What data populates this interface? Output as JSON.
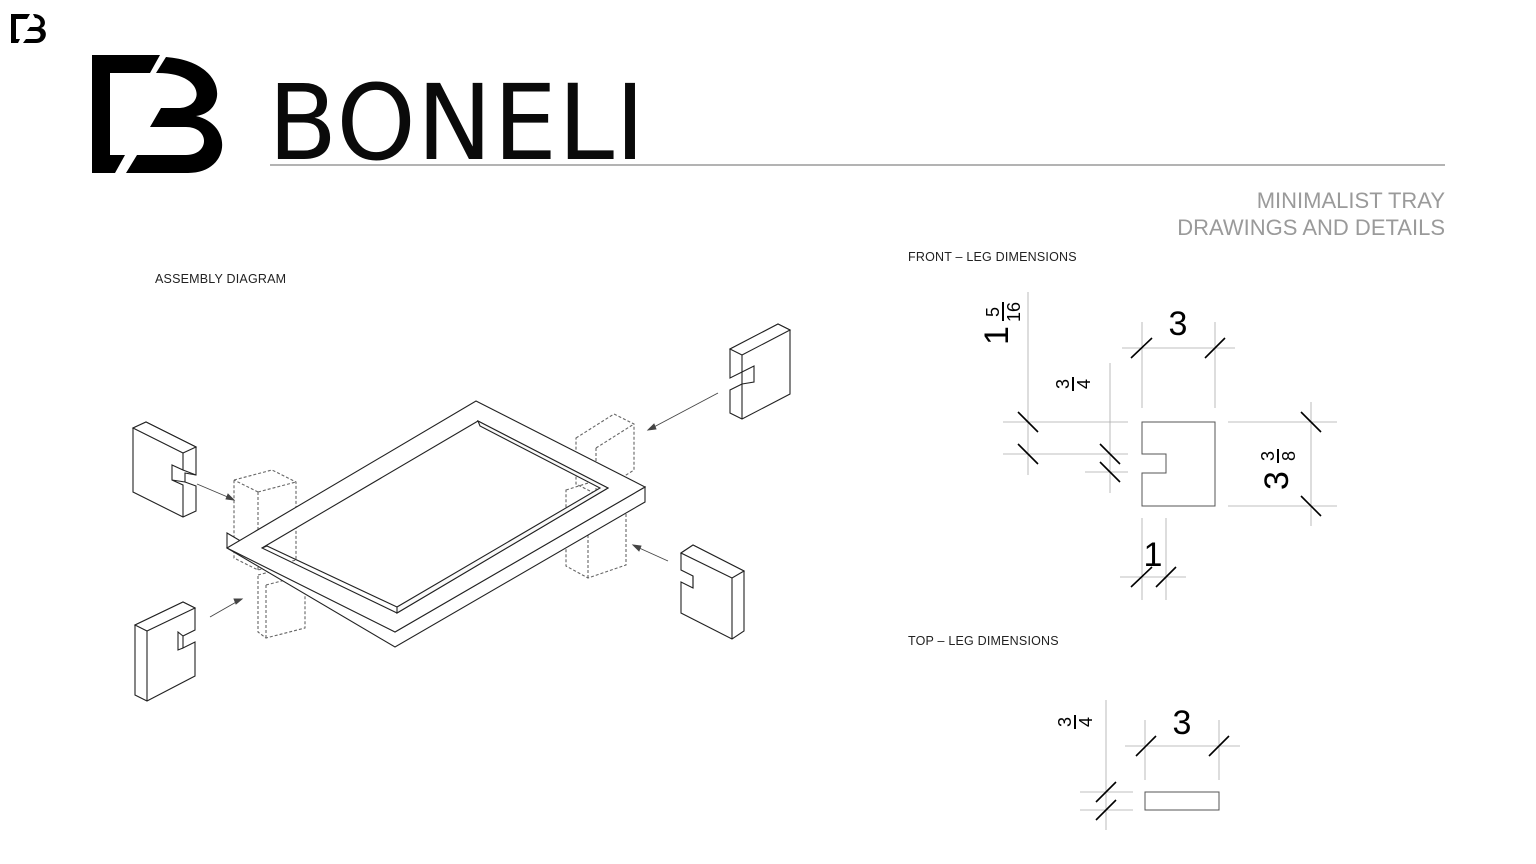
{
  "brand": {
    "name": "BONELI",
    "monogram": "B"
  },
  "header": {
    "title_line1": "MINIMALIST TRAY",
    "title_line2": "DRAWINGS AND DETAILS"
  },
  "sections": {
    "assembly": "ASSEMBLY DIAGRAM",
    "front": "FRONT – LEG DIMENSIONS",
    "top": "TOP – LEG DIMENSIONS"
  },
  "front_dims": {
    "width": "3",
    "overall_height_whole": "1",
    "overall_height_num": "5",
    "overall_height_den": "16",
    "notch_num": "3",
    "notch_den": "4",
    "height_whole": "3",
    "height_num": "3",
    "height_den": "8",
    "notch_depth": "1"
  },
  "top_dims": {
    "width": "3",
    "thickness_num": "3",
    "thickness_den": "4"
  }
}
